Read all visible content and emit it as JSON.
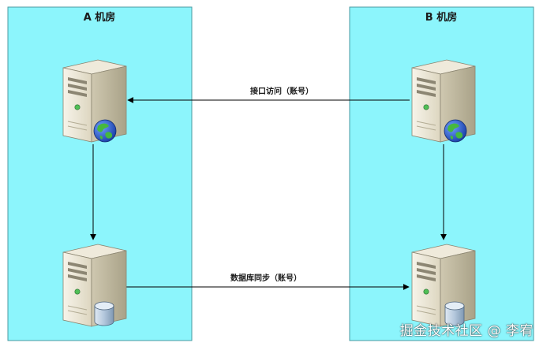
{
  "zones": [
    {
      "id": "room-a",
      "title": "A 机房"
    },
    {
      "id": "room-b",
      "title": "B 机房"
    }
  ],
  "nodes": [
    {
      "id": "a-web",
      "zone": "room-a",
      "icon": "web-server-icon"
    },
    {
      "id": "a-db",
      "zone": "room-a",
      "icon": "database-server-icon"
    },
    {
      "id": "b-web",
      "zone": "room-b",
      "icon": "web-server-icon"
    },
    {
      "id": "b-db",
      "zone": "room-b",
      "icon": "database-server-icon"
    }
  ],
  "edges": [
    {
      "id": "api-access",
      "from": "b-web",
      "to": "a-web",
      "label": "接口访问（账号）"
    },
    {
      "id": "db-sync",
      "from": "a-db",
      "to": "b-db",
      "label": "数据库同步（账号）"
    },
    {
      "id": "a-vertical",
      "from": "a-web",
      "to": "a-db",
      "label": ""
    },
    {
      "id": "b-vertical",
      "from": "b-web",
      "to": "b-db",
      "label": ""
    }
  ],
  "colors": {
    "zone_fill": "#8cf5fc",
    "zone_border": "#4a9aa2",
    "arrow": "#000000",
    "server_body": "#ebe6d6",
    "server_side": "#c9c2aa",
    "globe_water": "#2b5fd9",
    "globe_land": "#3fae3a",
    "disk": "#b8cde0"
  },
  "watermark": "掘金技术社区 @ 李宥"
}
